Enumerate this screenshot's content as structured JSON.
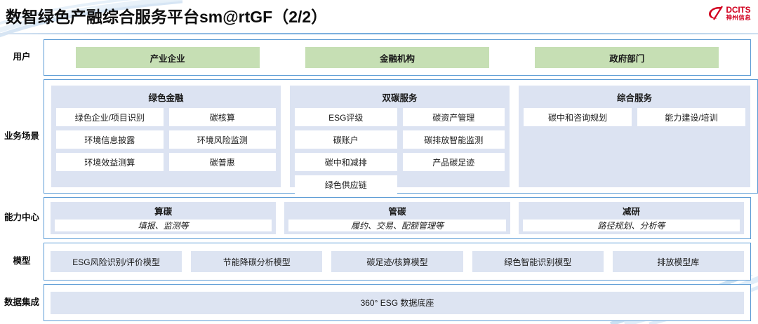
{
  "header": {
    "title": "数智绿色产融综合服务平台sm@rtGF（2/2）",
    "logo_en": "DCITS",
    "logo_cn": "神州信息",
    "brand_color": "#d1001f",
    "rule_color": "#5b9bd5"
  },
  "palette": {
    "border_blue": "#5b9bd5",
    "panel_blue": "#dce3f2",
    "box_blue": "#dde4f2",
    "green": "#c6dfb4",
    "white": "#ffffff"
  },
  "rows": {
    "users": {
      "label": "用户",
      "items": [
        "产业企业",
        "金融机构",
        "政府部门"
      ]
    },
    "scenarios": {
      "label": "业务场景",
      "groups": [
        {
          "title": "绿色金融",
          "items": [
            "绿色企业/项目识别",
            "碳核算",
            "环境信息披露",
            "环境风险监测",
            "环境效益测算",
            "碳普惠"
          ]
        },
        {
          "title": "双碳服务",
          "items": [
            "ESG评级",
            "碳资产管理",
            "碳账户",
            "碳排放智能监测",
            "碳中和减排",
            "产品碳足迹",
            "绿色供应链"
          ]
        },
        {
          "title": "综合服务",
          "items": [
            "碳中和咨询规划",
            "能力建设/培训"
          ]
        }
      ]
    },
    "capability": {
      "label": "能力中心",
      "groups": [
        {
          "title": "算碳",
          "sub": "填报、监测等"
        },
        {
          "title": "管碳",
          "sub": "履约、交易、配额管理等"
        },
        {
          "title": "减研",
          "sub": "路径规划、分析等"
        }
      ]
    },
    "model": {
      "label": "模型",
      "items": [
        "ESG风险识别/评价模型",
        "节能降碳分析模型",
        "碳足迹/核算模型",
        "绿色智能识别模型",
        "排放模型库"
      ]
    },
    "data": {
      "label": "数据集成",
      "items": [
        "360° ESG 数据底座"
      ]
    }
  }
}
